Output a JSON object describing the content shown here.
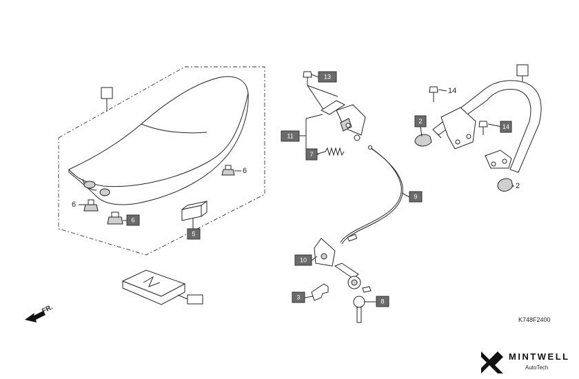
{
  "diagram_code": "K748F2400",
  "brand": {
    "name": "MINTWELL",
    "sub": "AutoTech"
  },
  "direction_label": "FR.",
  "callouts": {
    "n2a": "2",
    "n2b": "2",
    "n3": "3",
    "n5": "5",
    "n6a": "6",
    "n6b": "6",
    "n6c": "6",
    "n7": "7",
    "n8": "8",
    "n9": "9",
    "n10": "10",
    "n11": "11",
    "n13": "13",
    "n14a": "14",
    "n14b": "14"
  }
}
